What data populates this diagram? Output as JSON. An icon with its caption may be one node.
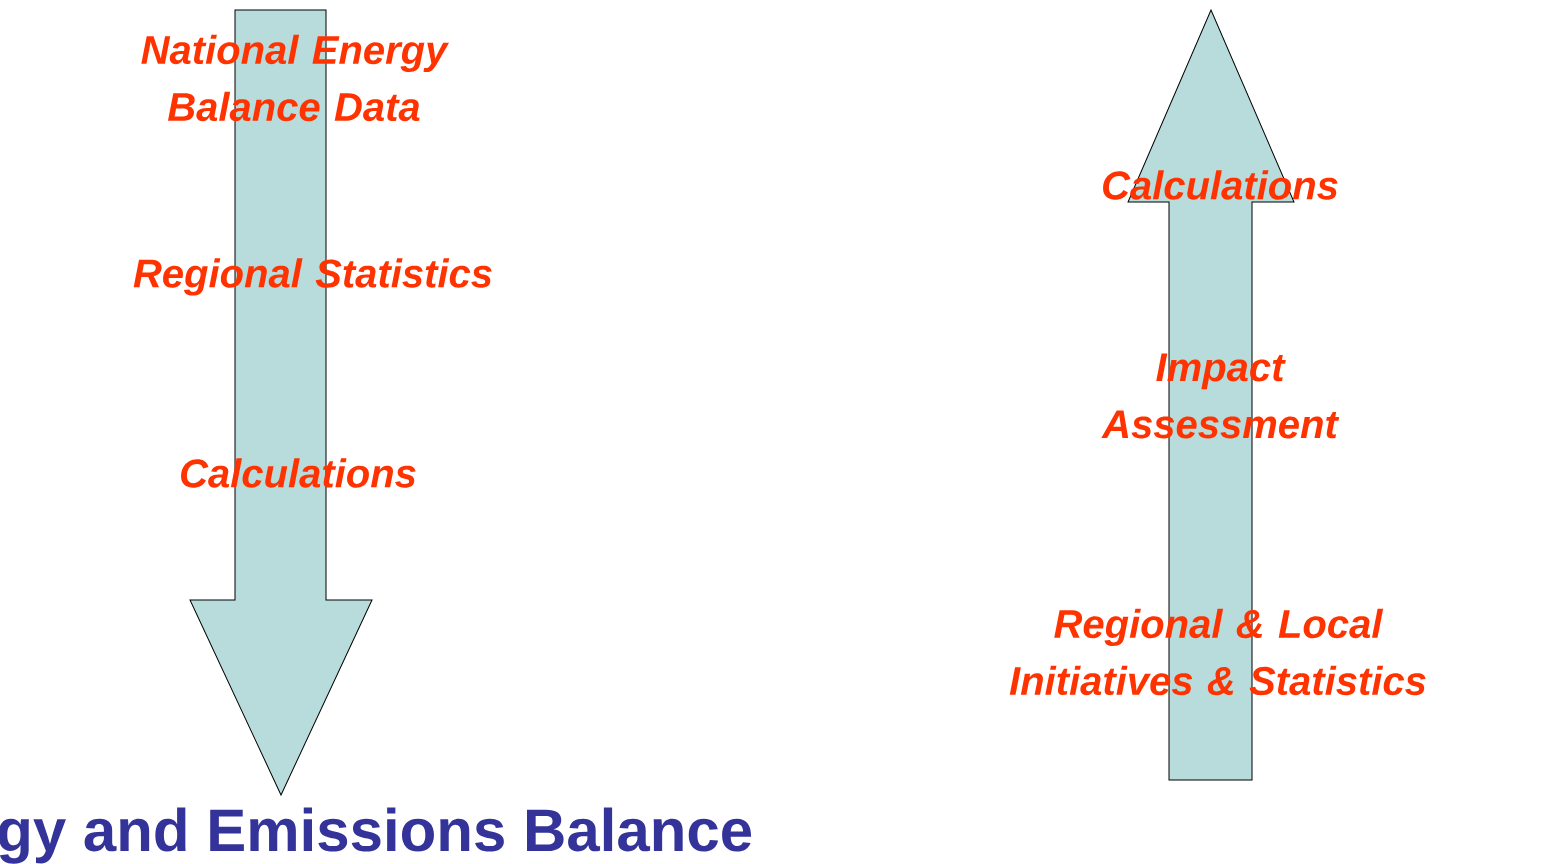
{
  "diagram": {
    "nodes": [
      {
        "text": [
          "National Energy Balance Data",
          "Regional Statistics",
          "Calculations"
        ]
      },
      {
        "text": [
          "Calculations",
          "Impact Assessment",
          "Regional & Local Initiatives & Statistics"
        ]
      }
    ],
    "labels": [
      "gy and Emissions Balance"
    ]
  }
}
